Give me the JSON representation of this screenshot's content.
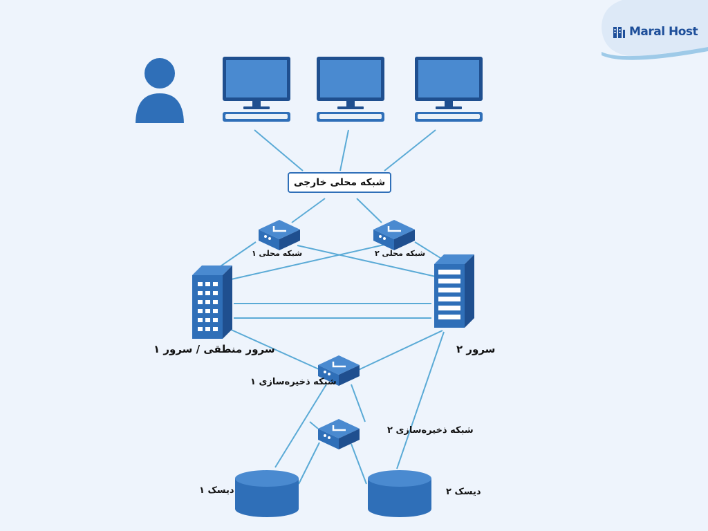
{
  "brand": {
    "name": "Maral Host",
    "color": "#1e4f9a"
  },
  "colors": {
    "line": "#5aaad6",
    "device": "#2f6fb8",
    "device_light": "#4a8ad0",
    "device_dark": "#1f4f8f",
    "background": "#eef4fc"
  },
  "nodes": {
    "external_lan": "شبکه محلی خارجی",
    "lan_1": "شبکه محلی ۱",
    "lan_2": "شبکه محلی ۲",
    "server_1": "سرور منطقی / سرور ۱",
    "server_2": "سرور ۲",
    "storage_net_1": "شبکه ذخیره‌سازی ۱",
    "storage_net_2": "شبکه ذخیره‌سازی ۲",
    "disk_1": "دیسک ۱",
    "disk_2": "دیسک ۲"
  },
  "icons": [
    "user-icon",
    "computer-icon",
    "switch-icon",
    "server-icon",
    "disk-icon"
  ]
}
